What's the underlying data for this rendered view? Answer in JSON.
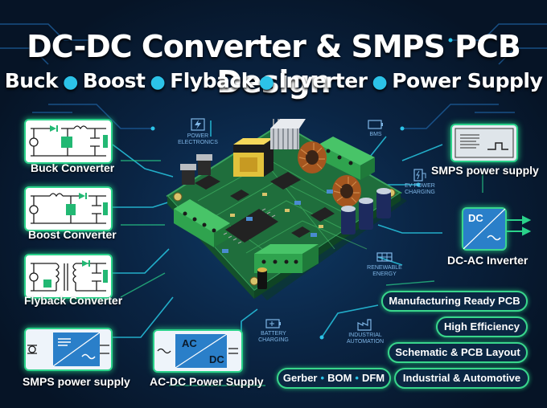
{
  "title": "DC-DC Converter & SMPS PCB Design",
  "subtitle": [
    "Buck",
    "Boost",
    "Flyback",
    "Inverter",
    "Power Supply"
  ],
  "left_panels": [
    {
      "label": "Buck Converter"
    },
    {
      "label": "Boost Converter"
    },
    {
      "label": "Flyback Converter"
    },
    {
      "label": "SMPS power supply"
    }
  ],
  "bottom_panel": {
    "label": "AC-DC Power Supply",
    "in_text": "AC",
    "out_text": "DC"
  },
  "right_panels": [
    {
      "label": "SMPS power supply"
    },
    {
      "label": "DC-AC Inverter",
      "box_text": "DC"
    }
  ],
  "mini_icons": [
    {
      "text": "POWER ELECTRONICS",
      "icon": "bolt-chip-icon"
    },
    {
      "text": "BMS",
      "icon": "battery-icon"
    },
    {
      "text": "EV POWER CHARGING",
      "icon": "ev-charger-icon"
    },
    {
      "text": "RENEWABLE ENERGY",
      "icon": "solar-panel-icon"
    },
    {
      "text": "BATTERY CHARGING",
      "icon": "battery-icon"
    },
    {
      "text": "INDUSTRIAL AUTOMATION",
      "icon": "factory-icon"
    }
  ],
  "features": [
    "Manufacturing Ready PCB",
    "High Efficiency",
    "Schematic & PCB Layout",
    "Industrial & Automotive"
  ],
  "deliverables": [
    "Gerber",
    "BOM",
    "DFM"
  ],
  "colors": {
    "accent_green": "#2ad28a",
    "accent_cyan": "#2cc3e8",
    "background": "#061426",
    "pcb_green": "#1f6e3c",
    "diagram_blue": "#2a7fc9"
  }
}
